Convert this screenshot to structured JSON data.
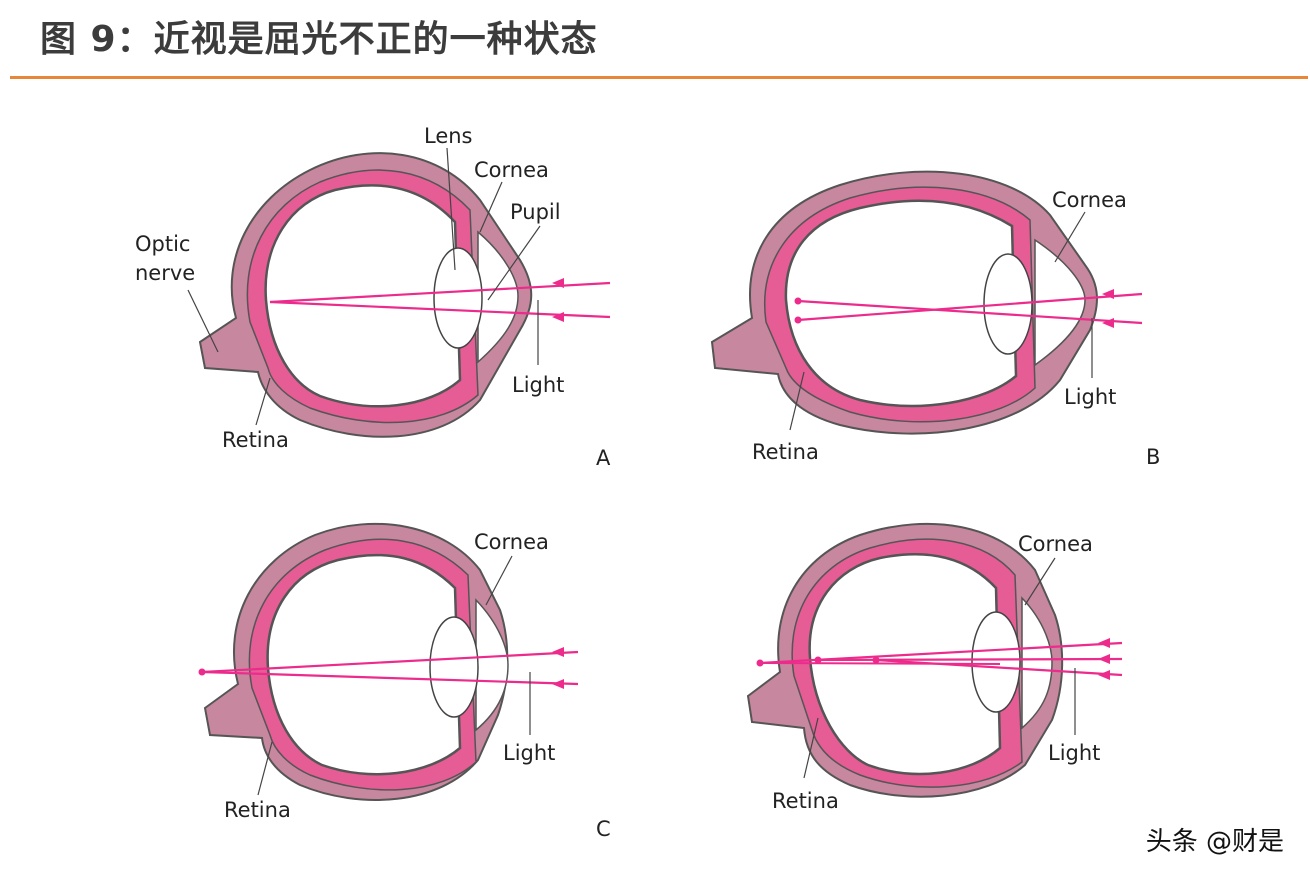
{
  "header": {
    "title": "图 9：近视是屈光不正的一种状态"
  },
  "colors": {
    "accent_rule": "#e8873a",
    "sclera": "#c7879e",
    "choroid": "#e65c95",
    "ray": "#ec2b8c",
    "nerve": "#c9c9c9"
  },
  "panels": {
    "a": {
      "letter": "A",
      "labels": {
        "lens": "Lens",
        "cornea": "Cornea",
        "pupil": "Pupil",
        "optic_1": "Optic",
        "optic_2": "nerve",
        "light": "Light",
        "retina": "Retina"
      }
    },
    "b": {
      "letter": "B",
      "labels": {
        "cornea": "Cornea",
        "light": "Light",
        "retina": "Retina"
      }
    },
    "c": {
      "letter": "C",
      "labels": {
        "cornea": "Cornea",
        "light": "Light",
        "retina": "Retina"
      }
    },
    "d": {
      "letter": "",
      "labels": {
        "cornea": "Cornea",
        "light": "Light",
        "retina": "Retina"
      }
    }
  },
  "watermark": "头条 @财是"
}
